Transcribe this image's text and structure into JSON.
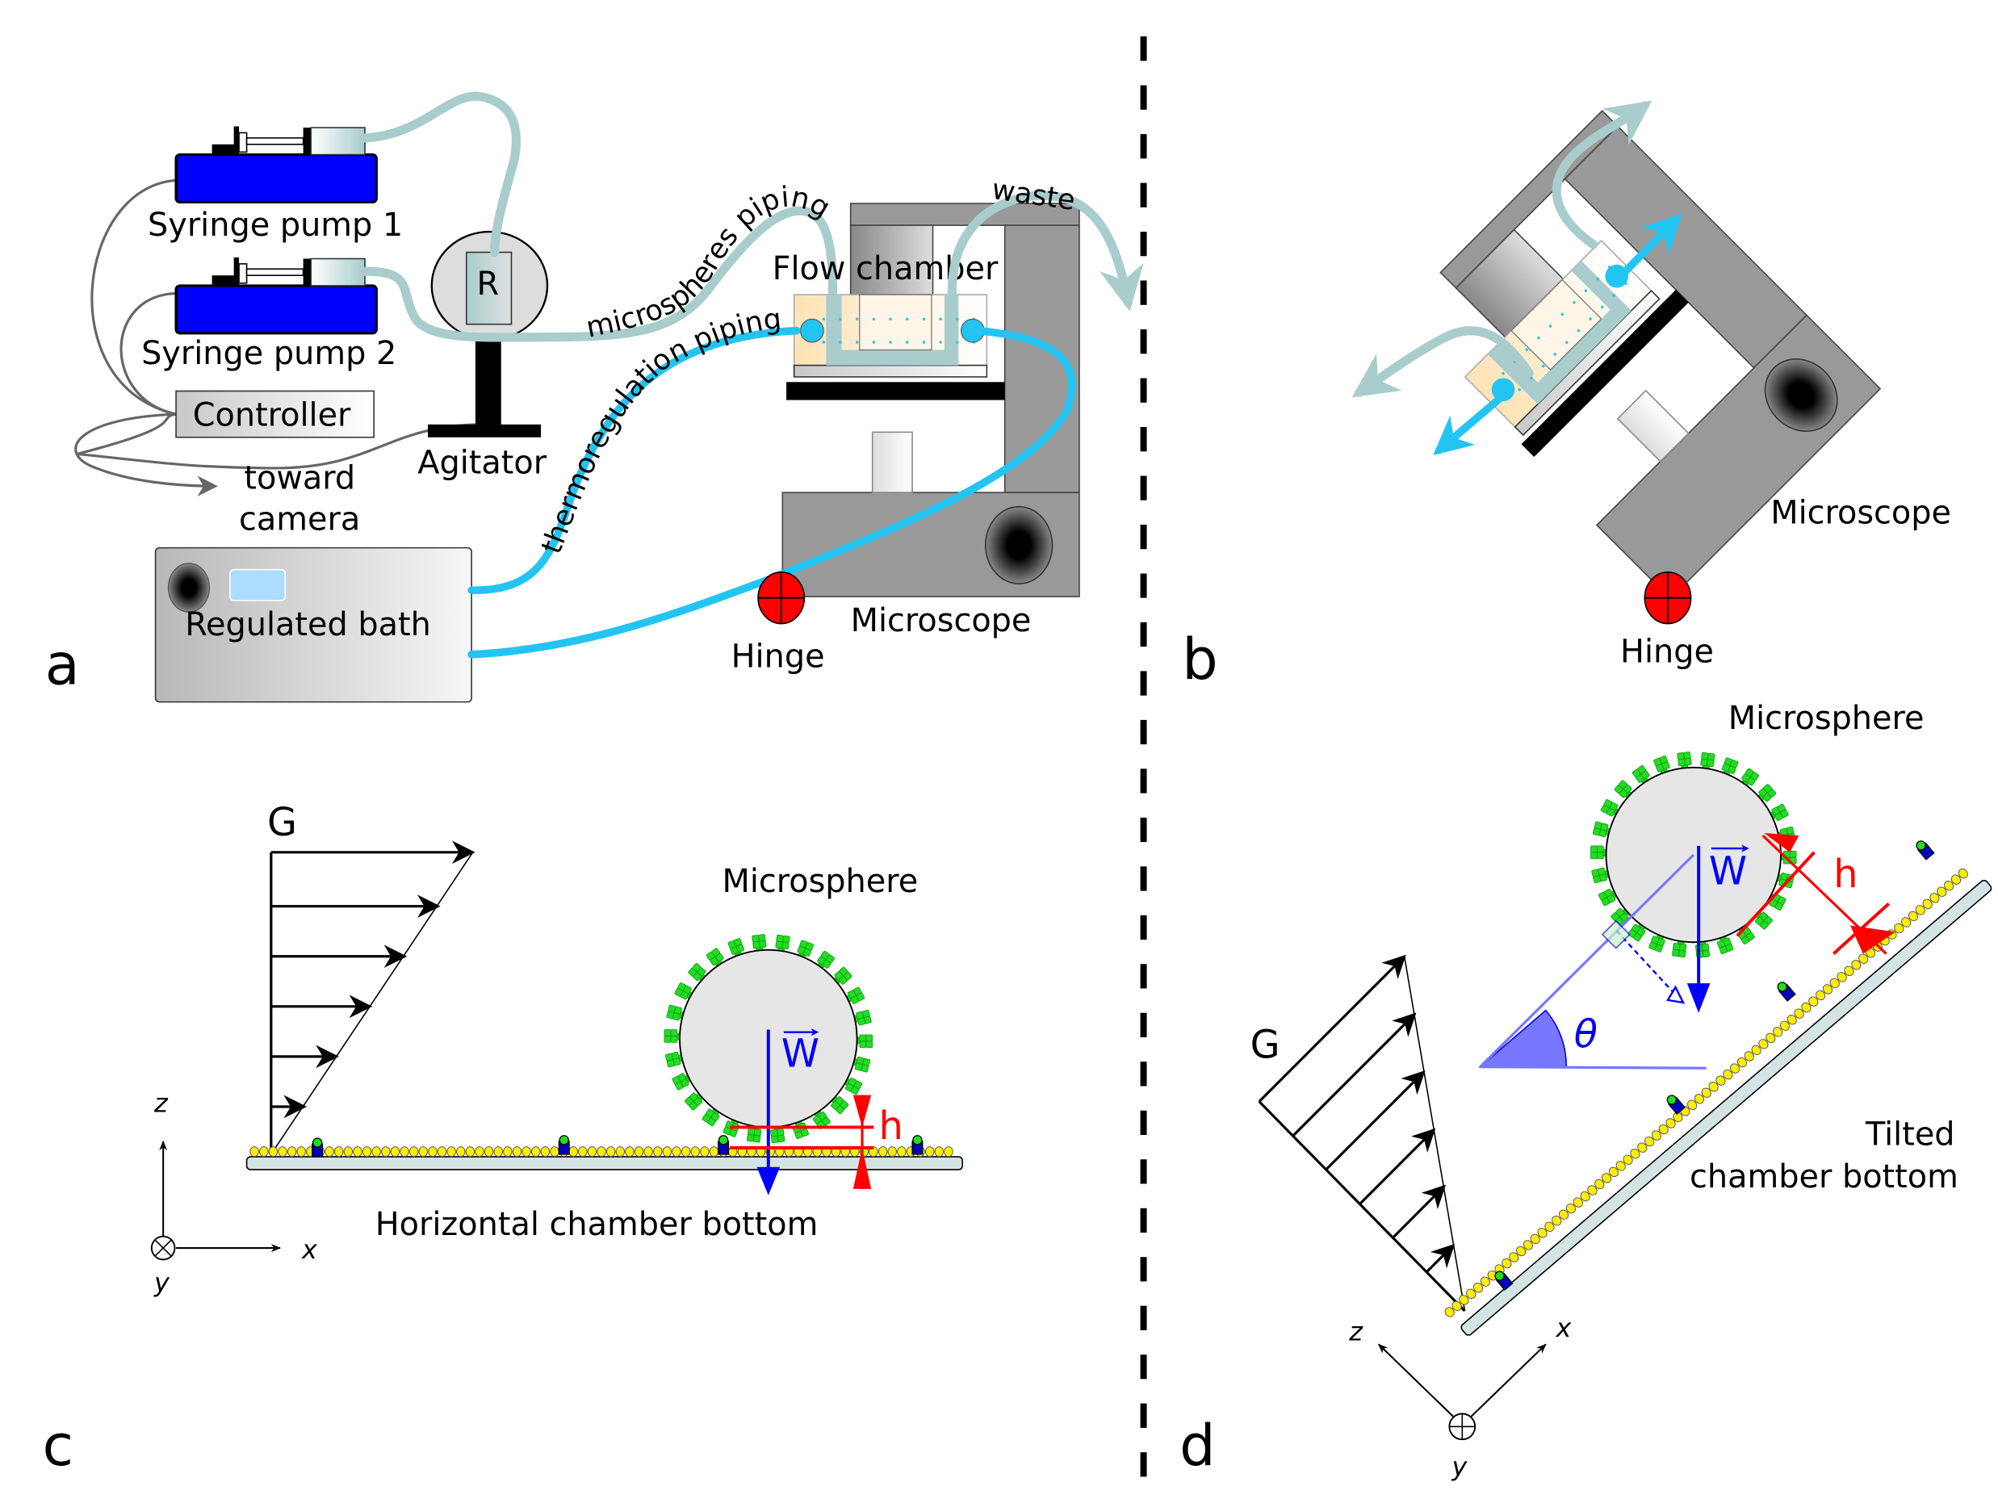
{
  "figure": {
    "panels": [
      "a",
      "b",
      "c",
      "d"
    ],
    "panel_a": {
      "syringe_pump_1": "Syringe pump 1",
      "syringe_pump_2": "Syringe pump 2",
      "controller": "Controller",
      "toward_camera_line1": "toward",
      "toward_camera_line2": "camera",
      "reservoir": "R",
      "agitator": "Agitator",
      "microspheres_piping": "microspheres piping",
      "thermoregulation_piping": "thermoregulation piping",
      "flow_chamber": "Flow chamber",
      "waste": "waste",
      "regulated_bath": "Regulated bath",
      "hinge": "Hinge",
      "microscope": "Microscope"
    },
    "panel_b": {
      "microscope": "Microscope",
      "hinge": "Hinge"
    },
    "panel_c": {
      "shear_label": "G",
      "microsphere": "Microsphere",
      "weight_vector": "W",
      "gap_label": "h",
      "chamber_bottom": "Horizontal chamber bottom",
      "axis_z": "z",
      "axis_x": "x",
      "axis_y": "y"
    },
    "panel_d": {
      "shear_label": "G",
      "microsphere": "Microsphere",
      "weight_vector": "W",
      "gap_label": "h",
      "angle_label": "θ",
      "chamber_bottom_line1": "Tilted",
      "chamber_bottom_line2": "chamber bottom",
      "axis_z": "z",
      "axis_x": "x",
      "axis_y": "y"
    },
    "colors": {
      "pump_body": "#0000ff",
      "tubing_microspheres": "#a9cccc",
      "tubing_thermoregulation": "#24c4f2",
      "microscope_body": "#999999",
      "hinge": "#ff0000",
      "weight_vector": "#0000ff",
      "gap_marker": "#ff0000",
      "antibody": "#22dd22",
      "substrate_molecule": "#ffee00",
      "angle_fill": "#7777ff"
    }
  }
}
